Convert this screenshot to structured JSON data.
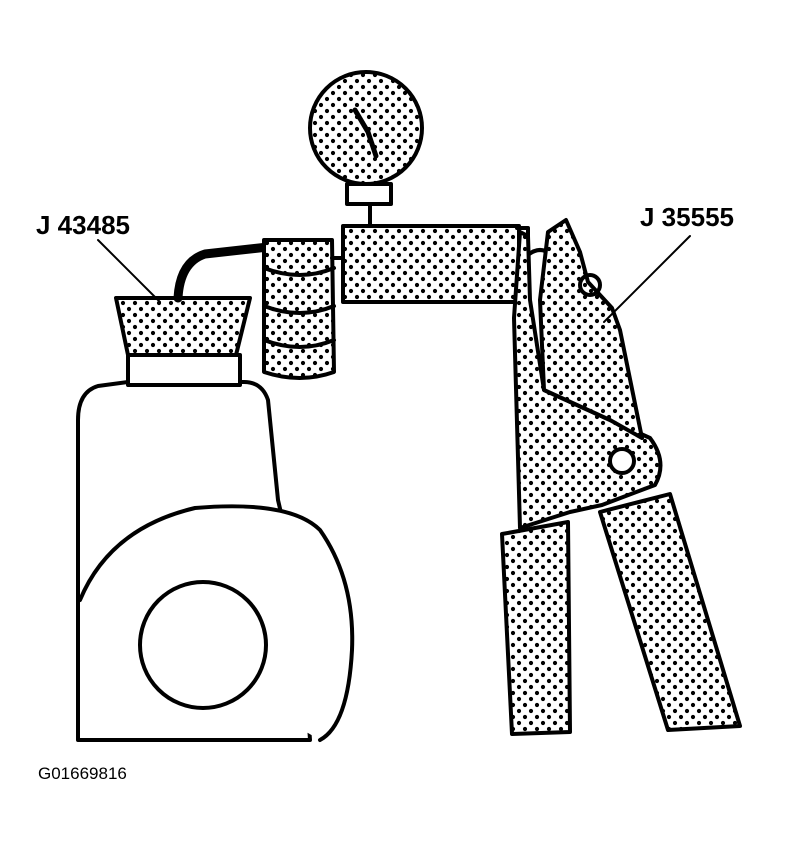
{
  "labels": {
    "left_tool": "J 43485",
    "right_tool": "J 35555"
  },
  "figure_id": "G01669816",
  "colors": {
    "ink": "#000000",
    "paper": "#ffffff"
  },
  "icons": [
    "vacuum-gauge-icon"
  ]
}
